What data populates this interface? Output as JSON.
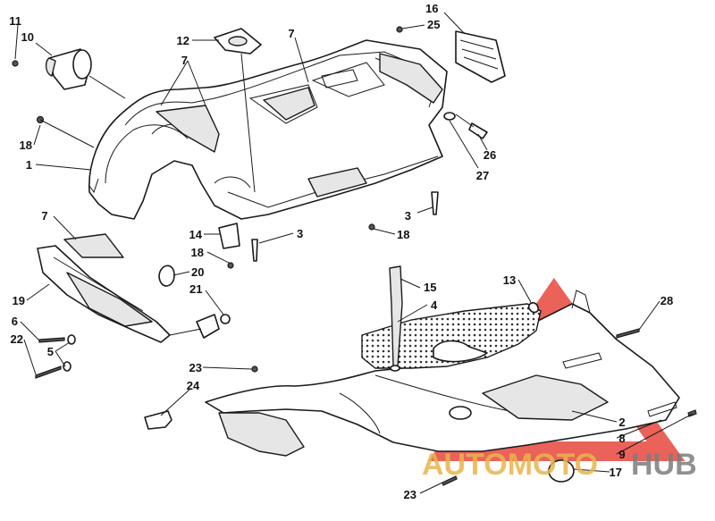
{
  "diagram": {
    "callouts": [
      {
        "id": "c11",
        "text": "11"
      },
      {
        "id": "c10",
        "text": "10"
      },
      {
        "id": "c12",
        "text": "12"
      },
      {
        "id": "c7a",
        "text": "7"
      },
      {
        "id": "c7b",
        "text": "7"
      },
      {
        "id": "c16",
        "text": "16"
      },
      {
        "id": "c25",
        "text": "25"
      },
      {
        "id": "c18a",
        "text": "18"
      },
      {
        "id": "c1",
        "text": "1"
      },
      {
        "id": "c26",
        "text": "26"
      },
      {
        "id": "c27",
        "text": "27"
      },
      {
        "id": "c3a",
        "text": "3"
      },
      {
        "id": "c18b",
        "text": "18"
      },
      {
        "id": "c7c",
        "text": "7"
      },
      {
        "id": "c14",
        "text": "14"
      },
      {
        "id": "c3b",
        "text": "3"
      },
      {
        "id": "c18c",
        "text": "18"
      },
      {
        "id": "c20",
        "text": "20"
      },
      {
        "id": "c19",
        "text": "19"
      },
      {
        "id": "c21",
        "text": "21"
      },
      {
        "id": "c6",
        "text": "6"
      },
      {
        "id": "c22",
        "text": "22"
      },
      {
        "id": "c5",
        "text": "5"
      },
      {
        "id": "c15",
        "text": "15"
      },
      {
        "id": "c13",
        "text": "13"
      },
      {
        "id": "c4",
        "text": "4"
      },
      {
        "id": "c28",
        "text": "28"
      },
      {
        "id": "c23a",
        "text": "23"
      },
      {
        "id": "c24",
        "text": "24"
      },
      {
        "id": "c2",
        "text": "2"
      },
      {
        "id": "c8",
        "text": "8"
      },
      {
        "id": "c9",
        "text": "9"
      },
      {
        "id": "c17",
        "text": "17"
      },
      {
        "id": "c23b",
        "text": "23"
      }
    ]
  },
  "watermark": {
    "part1": "AUTOMOTO",
    "part2": "HUB",
    "color_red": "#e8473d",
    "color_gold": "#e9b44c",
    "color_grey": "#7d7d7d"
  }
}
